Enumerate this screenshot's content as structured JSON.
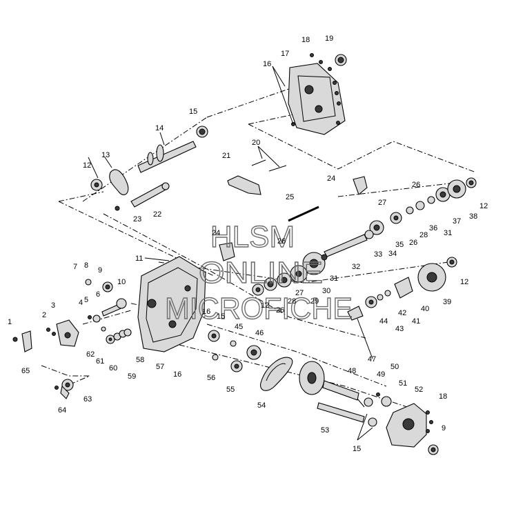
{
  "watermark": {
    "line1": "HLSM",
    "line2": "ONLINE",
    "line3": "MICROFICHE"
  },
  "callouts": [
    "1",
    "2",
    "3",
    "4",
    "5",
    "6",
    "7",
    "8",
    "9",
    "10",
    "11",
    "12",
    "13",
    "14",
    "15",
    "16",
    "17",
    "18",
    "19",
    "20",
    "21",
    "22",
    "23",
    "24",
    "25",
    "26",
    "27",
    "28",
    "29",
    "30",
    "31",
    "32",
    "33",
    "34",
    "35",
    "36",
    "37",
    "38",
    "39",
    "40",
    "41",
    "42",
    "43",
    "44",
    "45",
    "46",
    "47",
    "48",
    "49",
    "50",
    "51",
    "52",
    "53",
    "54",
    "55",
    "56",
    "57",
    "58",
    "59",
    "60",
    "61",
    "62",
    "63",
    "64",
    "65"
  ]
}
